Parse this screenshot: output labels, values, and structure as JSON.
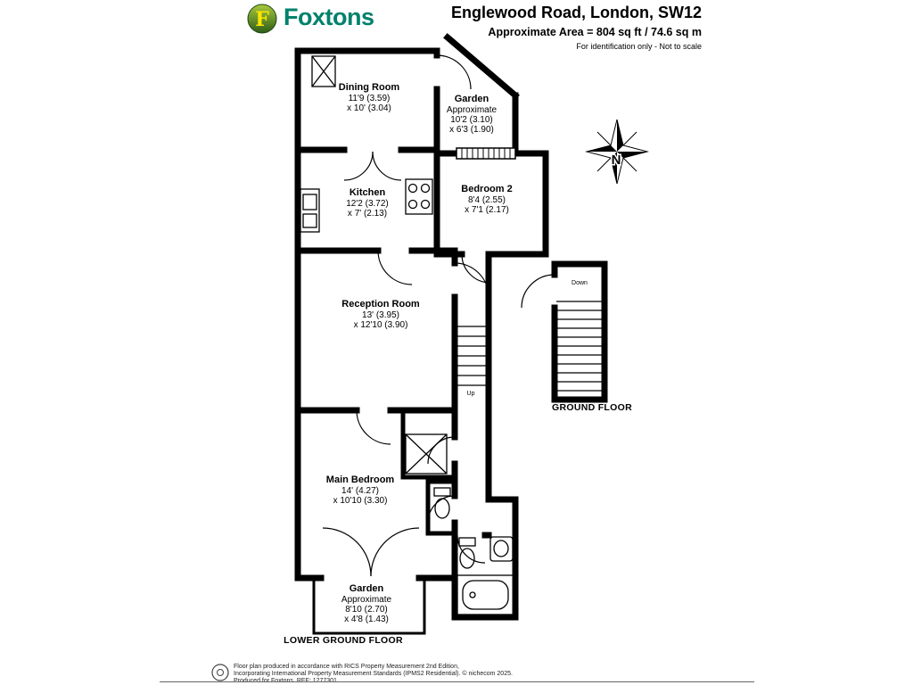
{
  "header": {
    "brand": "Foxtons",
    "brand_initial": "F",
    "title": "Englewood Road, London, SW12",
    "area": "Approximate Area = 804 sq ft / 74.6 sq m",
    "note": "For identification only - Not to scale"
  },
  "rooms": {
    "dining": {
      "lines": [
        "Dining Room",
        "11'9 (3.59)",
        "x 10' (3.04)"
      ]
    },
    "garden_top": {
      "lines": [
        "Garden",
        "Approximate",
        "10'2 (3.10)",
        "x 6'3 (1.90)"
      ]
    },
    "kitchen": {
      "lines": [
        "Kitchen",
        "12'2 (3.72)",
        "x 7' (2.13)"
      ]
    },
    "bedroom2": {
      "lines": [
        "Bedroom 2",
        "8'4 (2.55)",
        "x 7'1 (2.17)"
      ]
    },
    "reception": {
      "lines": [
        "Reception Room",
        "13' (3.95)",
        "x 12'10 (3.90)"
      ]
    },
    "main_bedroom": {
      "lines": [
        "Main Bedroom",
        "14' (4.27)",
        "x 10'10 (3.30)"
      ]
    },
    "garden_bottom": {
      "lines": [
        "Garden",
        "Approximate",
        "8'10 (2.70)",
        "x 4'8 (1.43)"
      ]
    }
  },
  "labels": {
    "ground_floor": "GROUND FLOOR",
    "lower_ground_floor": "LOWER GROUND  FLOOR",
    "up": "Up",
    "down": "Down",
    "north": "N"
  },
  "footer": {
    "line1": "Floor plan produced in accordance with RICS Property Measurement 2nd Edition,",
    "line2": "Incorporating International Property Measurement Standards (IPMS2 Residential).  © nichecom 2025.",
    "line3": "Produced for Foxtons.   REF:  1277301"
  },
  "colors": {
    "brand_teal": "#00816c",
    "wall_black": "#000000",
    "logo_f_yellow": "#ffe600"
  }
}
